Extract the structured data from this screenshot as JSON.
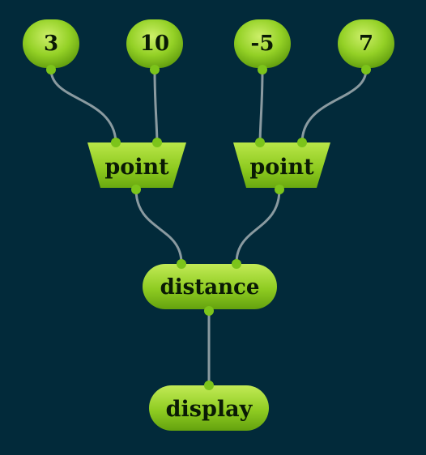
{
  "nodes": {
    "value_3": {
      "label": "3",
      "kind": "value"
    },
    "value_10": {
      "label": "10",
      "kind": "value"
    },
    "value_neg5": {
      "label": "-5",
      "kind": "value"
    },
    "value_7": {
      "label": "7",
      "kind": "value"
    },
    "point_left": {
      "label": "point",
      "kind": "function"
    },
    "point_right": {
      "label": "point",
      "kind": "function"
    },
    "distance": {
      "label": "distance",
      "kind": "function"
    },
    "display": {
      "label": "display",
      "kind": "output"
    }
  },
  "edges": [
    {
      "from": "value_3",
      "to": "point_left"
    },
    {
      "from": "value_10",
      "to": "point_left"
    },
    {
      "from": "value_neg5",
      "to": "point_right"
    },
    {
      "from": "value_7",
      "to": "point_right"
    },
    {
      "from": "point_left",
      "to": "distance"
    },
    {
      "from": "point_right",
      "to": "distance"
    },
    {
      "from": "distance",
      "to": "display"
    }
  ],
  "colors": {
    "background": "#022a3a",
    "node_fill": "#86c91c",
    "node_highlight": "#c4ec5a",
    "node_shadow": "#5e9a0c",
    "wire": "#8a9aa0",
    "text": "#0a1a05"
  }
}
